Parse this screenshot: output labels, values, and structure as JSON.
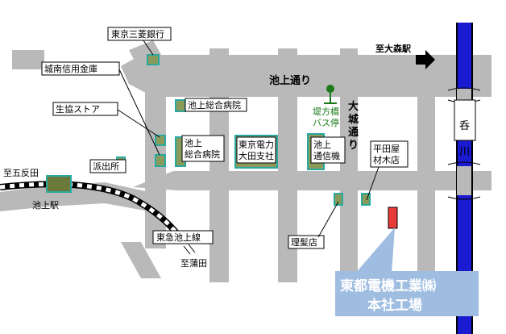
{
  "labels": {
    "bank_tokyo_mitsubishi": "東京三菱銀行",
    "jonan_shinkin": "城南信用金庫",
    "seikyo_store": "生協ストア",
    "ikegami_hospital_1": "池上総合病院",
    "ikegami_hospital_2_line1": "池上",
    "ikegami_hospital_2_line2": "総合病院",
    "tepco_line1": "東京電力",
    "tepco_line2": "大田支社",
    "ikegami_tsushinki_line1": "池上",
    "ikegami_tsushinki_line2": "通信機",
    "hirataya_line1": "平田屋",
    "hirataya_line2": "材木店",
    "police_box": "派出所",
    "barber": "理髪店",
    "ikegami_dori": "池上通り",
    "odai_dori_1": "大",
    "odai_dori_2": "城",
    "odai_dori_3": "通",
    "odai_dori_4": "り",
    "bus_stop_line1": "堤方橋",
    "bus_stop_line2": "バス停",
    "to_omori": "至大森駅",
    "to_gotanda": "至五反田",
    "ikegami_station": "池上駅",
    "tokyu_ikegami_line": "東急池上線",
    "to_kamata": "至蒲田",
    "river_1": "呑",
    "river_2": "川",
    "company_line1": "東都電機工業㈱",
    "company_line2": "本社工場"
  },
  "colors": {
    "road": "#b9b9b9",
    "river": "#1a1ad0",
    "building_fill": "#8a9a5a",
    "building_border": "#2aa8a0",
    "target": "#e83a3a",
    "company_box": "#9fbde0",
    "bus_stop": "#1a7a1a"
  },
  "icons": {
    "arrow": "right-arrow-icon",
    "bus_stop": "bus-stop-icon",
    "target": "factory-marker-icon"
  }
}
